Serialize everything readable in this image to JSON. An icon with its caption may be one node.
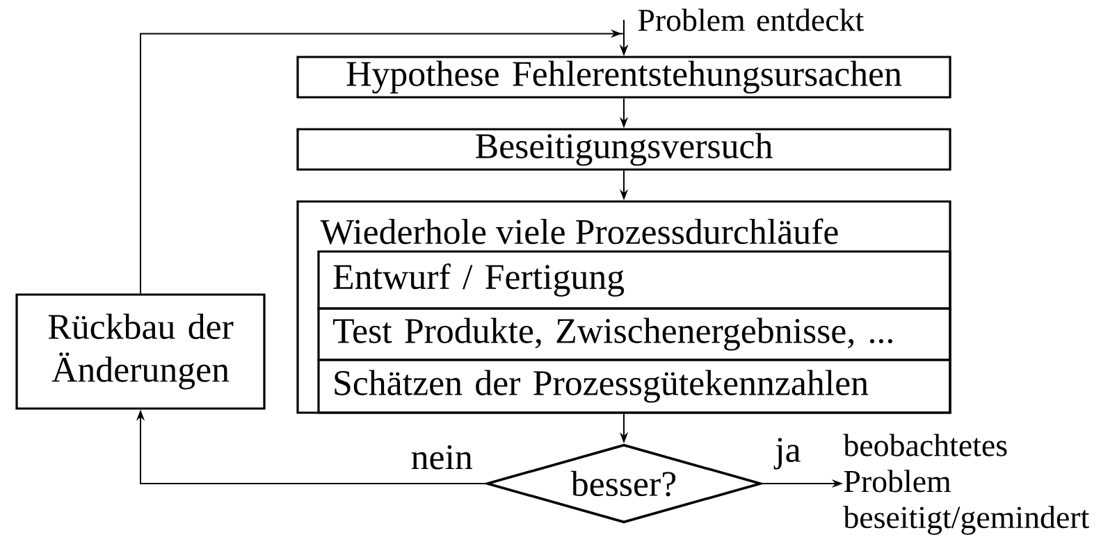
{
  "diagram": {
    "nodes": [
      {
        "text": [
          "Problem entdeckt"
        ]
      },
      {
        "text": [
          "Hypothese Fehlerentstehungsursachen"
        ]
      },
      {
        "text": [
          "Beseitigungsversuch"
        ]
      },
      {
        "text": [
          "Wiederhole viele Prozessdurchläufe"
        ]
      },
      {
        "text": [
          "Entwurf / Fertigung"
        ],
        "in": 3
      },
      {
        "text": [
          "Test Produkte, Zwischenergebnisse, ..."
        ],
        "in": 3
      },
      {
        "text": [
          "Schätzen der Prozessgütekennzahlen"
        ],
        "in": 3
      },
      {
        "text": [
          "besser?"
        ]
      },
      {
        "text": [
          "Rückbau der Änderungen"
        ]
      },
      {
        "text": [
          "beobachtetes Problem beseitigt/gemindert"
        ]
      }
    ],
    "edges": [
      {
        "from": 0,
        "to": 1,
        "arrow": "to"
      },
      {
        "from": 1,
        "to": 2,
        "arrow": "to"
      },
      {
        "from": 2,
        "to": 3,
        "arrow": "to"
      },
      {
        "from": 3,
        "to": 7,
        "arrow": "to"
      },
      {
        "from": 7,
        "to": 8,
        "arrow": "to",
        "label": "nein"
      },
      {
        "from": 7,
        "to": 9,
        "arrow": "to",
        "label": "ja"
      },
      {
        "from": 8,
        "to": 1,
        "arrow": "to"
      }
    ]
  }
}
